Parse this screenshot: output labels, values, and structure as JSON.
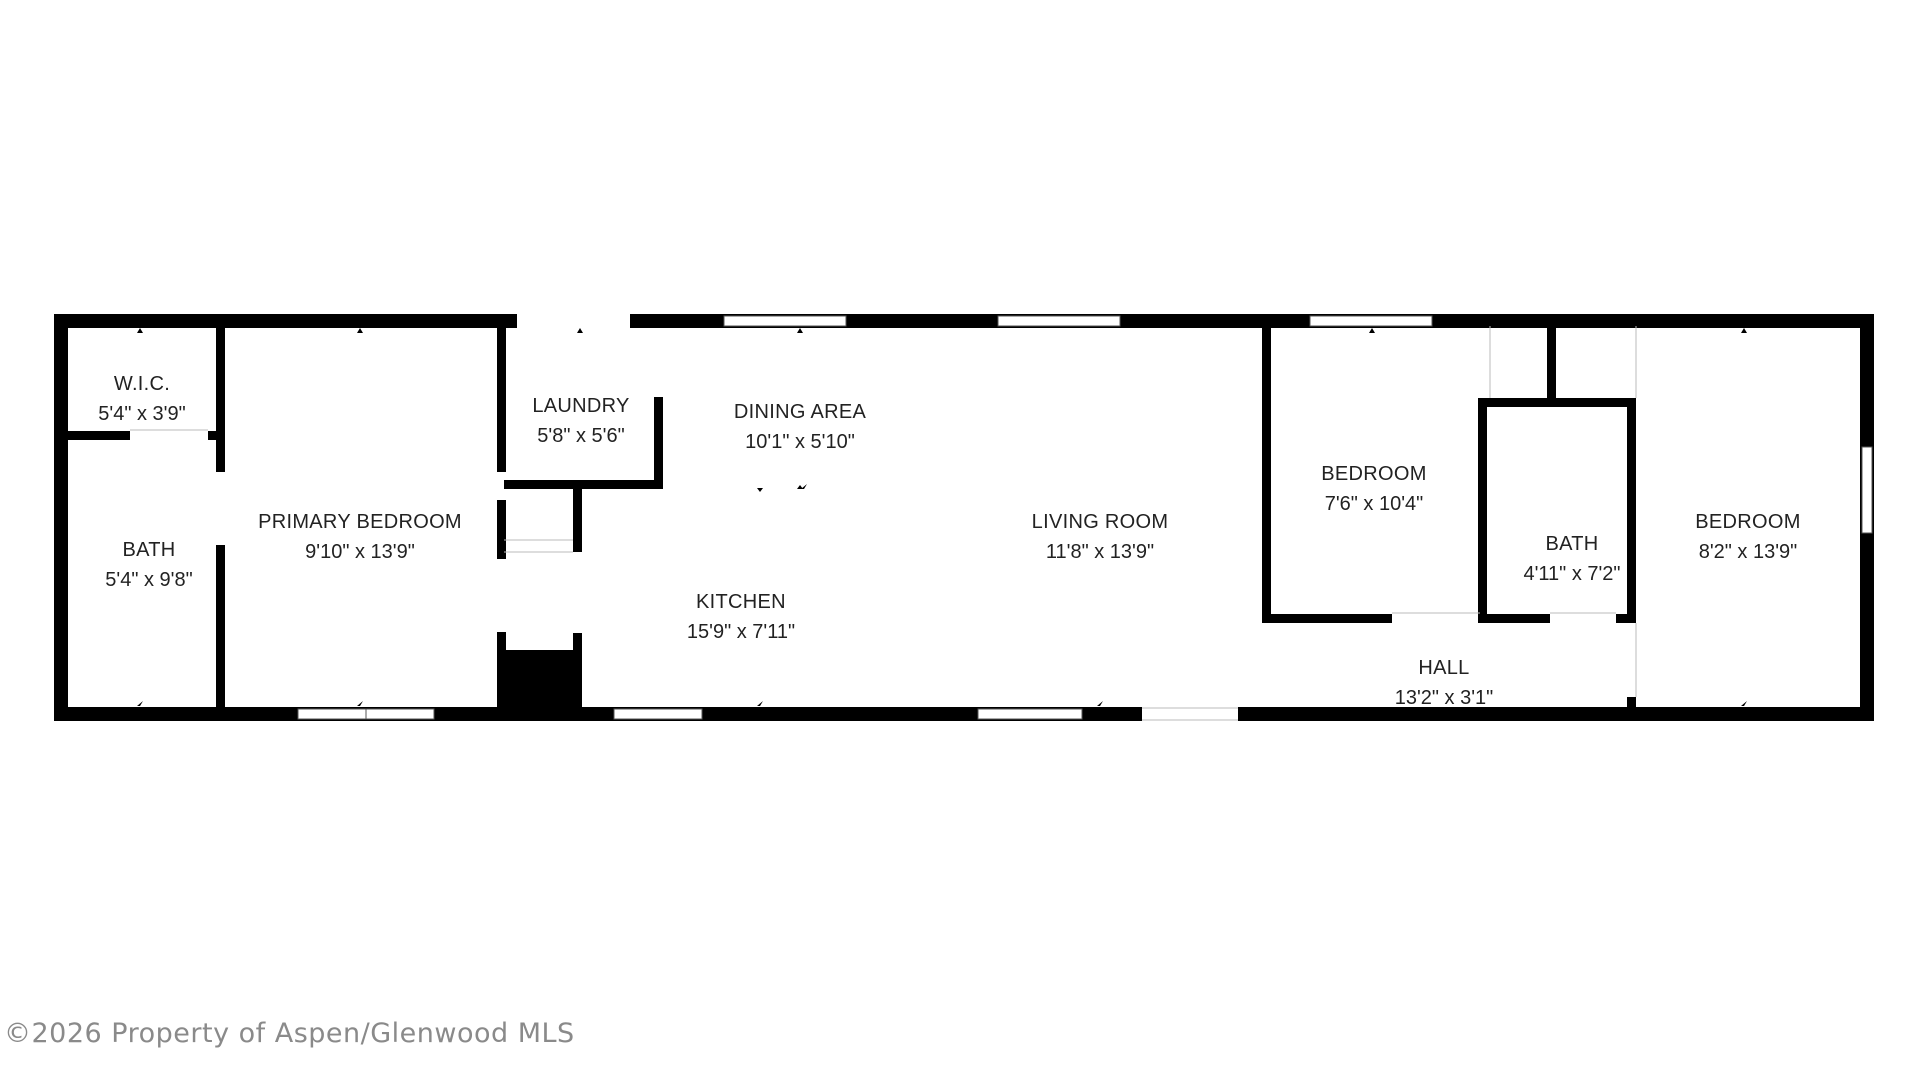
{
  "floor_plan": {
    "rooms": [
      {
        "id": "wic",
        "name": "W.I.C.",
        "dimensions": "5'4\" x 3'9\""
      },
      {
        "id": "bath-1",
        "name": "BATH",
        "dimensions": "5'4\" x 9'8\""
      },
      {
        "id": "primary-bedroom",
        "name": "PRIMARY BEDROOM",
        "dimensions": "9'10\" x 13'9\""
      },
      {
        "id": "laundry",
        "name": "LAUNDRY",
        "dimensions": "5'8\" x 5'6\""
      },
      {
        "id": "dining-area",
        "name": "DINING AREA",
        "dimensions": "10'1\" x 5'10\""
      },
      {
        "id": "kitchen",
        "name": "KITCHEN",
        "dimensions": "15'9\" x 7'11\""
      },
      {
        "id": "living-room",
        "name": "LIVING ROOM",
        "dimensions": "11'8\" x 13'9\""
      },
      {
        "id": "bedroom-2",
        "name": "BEDROOM",
        "dimensions": "7'6\" x 10'4\""
      },
      {
        "id": "bath-2",
        "name": "BATH",
        "dimensions": "4'11\" x 7'2\""
      },
      {
        "id": "bedroom-3",
        "name": "BEDROOM",
        "dimensions": "8'2\" x 13'9\""
      },
      {
        "id": "hall",
        "name": "HALL",
        "dimensions": "13'2\" x 3'1\""
      }
    ],
    "colors": {
      "wall": "#000000",
      "background": "#ffffff",
      "text": "#222222",
      "watermark": "#8a8a8a"
    }
  },
  "watermark": "©2026 Property of Aspen/Glenwood MLS"
}
